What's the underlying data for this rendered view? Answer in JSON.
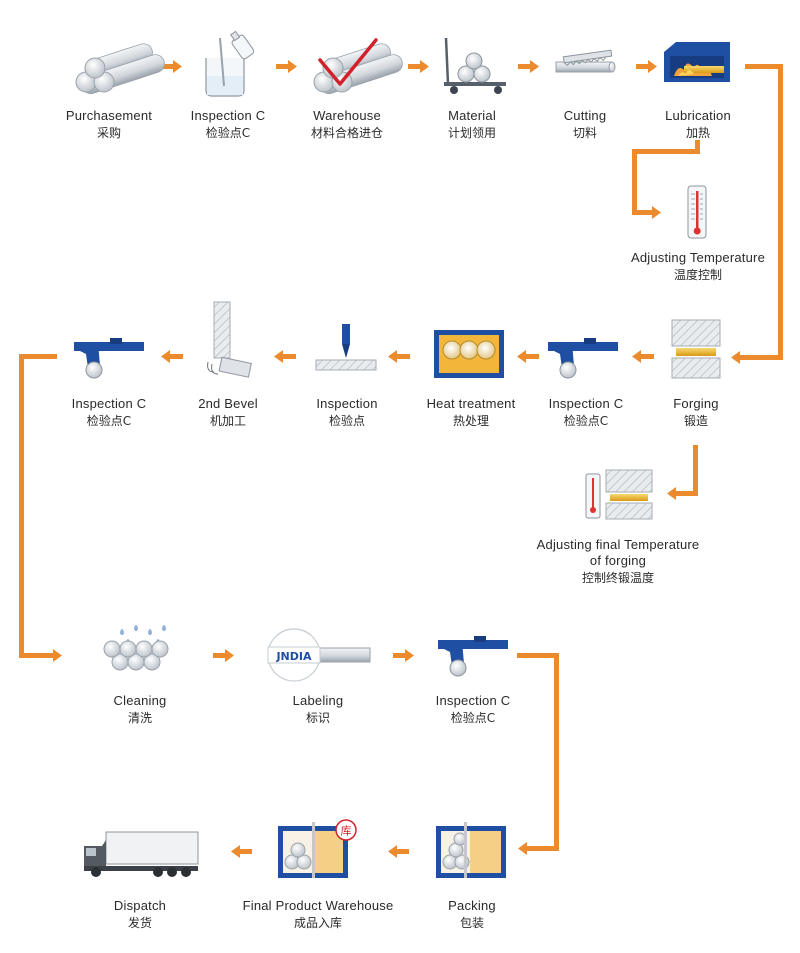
{
  "colors": {
    "arrow": "#ec8a2e",
    "blue": "#1f4fa3",
    "dark_blue": "#173d80",
    "gold": "#f0c04a",
    "bar_gold": "#e8b733",
    "silver": "#cfd5dc",
    "steel": "#a3abb5",
    "red_check": "#d3212c",
    "thermo_red": "#d33",
    "truck": "#545a5f"
  },
  "steps": {
    "purchasement": {
      "en": "Purchasement",
      "zh": "采购",
      "icon": "pipes-icon"
    },
    "inspection_1": {
      "en": "Inspection C",
      "zh": "检验点C",
      "icon": "beaker-inspection-icon"
    },
    "warehouse": {
      "en": "Warehouse",
      "zh": "材料合格进仓",
      "icon": "checked-pipes-icon"
    },
    "material": {
      "en": "Material",
      "zh": "计划领用",
      "icon": "hand-truck-icon"
    },
    "cutting": {
      "en": "Cutting",
      "zh": "切料",
      "icon": "saw-icon"
    },
    "lubrication": {
      "en": "Lubrication",
      "zh": "加热",
      "icon": "furnace-icon"
    },
    "adjusting_temperature": {
      "en": "Adjusting Temperature",
      "zh": "温度控制",
      "icon": "thermometer-icon"
    },
    "forging": {
      "en": "Forging",
      "zh": "锻造",
      "icon": "forging-press-icon"
    },
    "adjusting_final": {
      "en1": "Adjusting final Temperature",
      "en2": "of forging",
      "zh": "控制终锻温度",
      "icon": "thermometer-press-icon"
    },
    "inspection_2": {
      "en": "Inspection C",
      "zh": "检验点C",
      "icon": "caliper-icon"
    },
    "heat_treatment": {
      "en": "Heat treatment",
      "zh": "热处理",
      "icon": "heat-tank-icon"
    },
    "inspection_3": {
      "en": "Inspection",
      "zh": "检验点",
      "icon": "probe-icon"
    },
    "bevel": {
      "en": "2nd Bevel",
      "zh": "机加工",
      "icon": "bevel-pipe-icon"
    },
    "inspection_4": {
      "en": "Inspection C",
      "zh": "检验点C",
      "icon": "caliper-icon"
    },
    "cleaning": {
      "en": "Cleaning",
      "zh": "清洗",
      "icon": "washing-pipes-icon"
    },
    "labeling": {
      "en": "Labeling",
      "zh": "标识",
      "icon": "label-pipe-icon",
      "logo_text": "JNDIA"
    },
    "inspection_5": {
      "en": "Inspection C",
      "zh": "检验点C",
      "icon": "caliper-icon"
    },
    "packing": {
      "en": "Packing",
      "zh": "包装",
      "icon": "box-icon"
    },
    "final_warehouse": {
      "en": "Final Product Warehouse",
      "zh": "成品入库",
      "icon": "warehouse-box-icon",
      "badge": "库"
    },
    "dispatch": {
      "en": "Dispatch",
      "zh": "发货",
      "icon": "truck-icon"
    }
  }
}
